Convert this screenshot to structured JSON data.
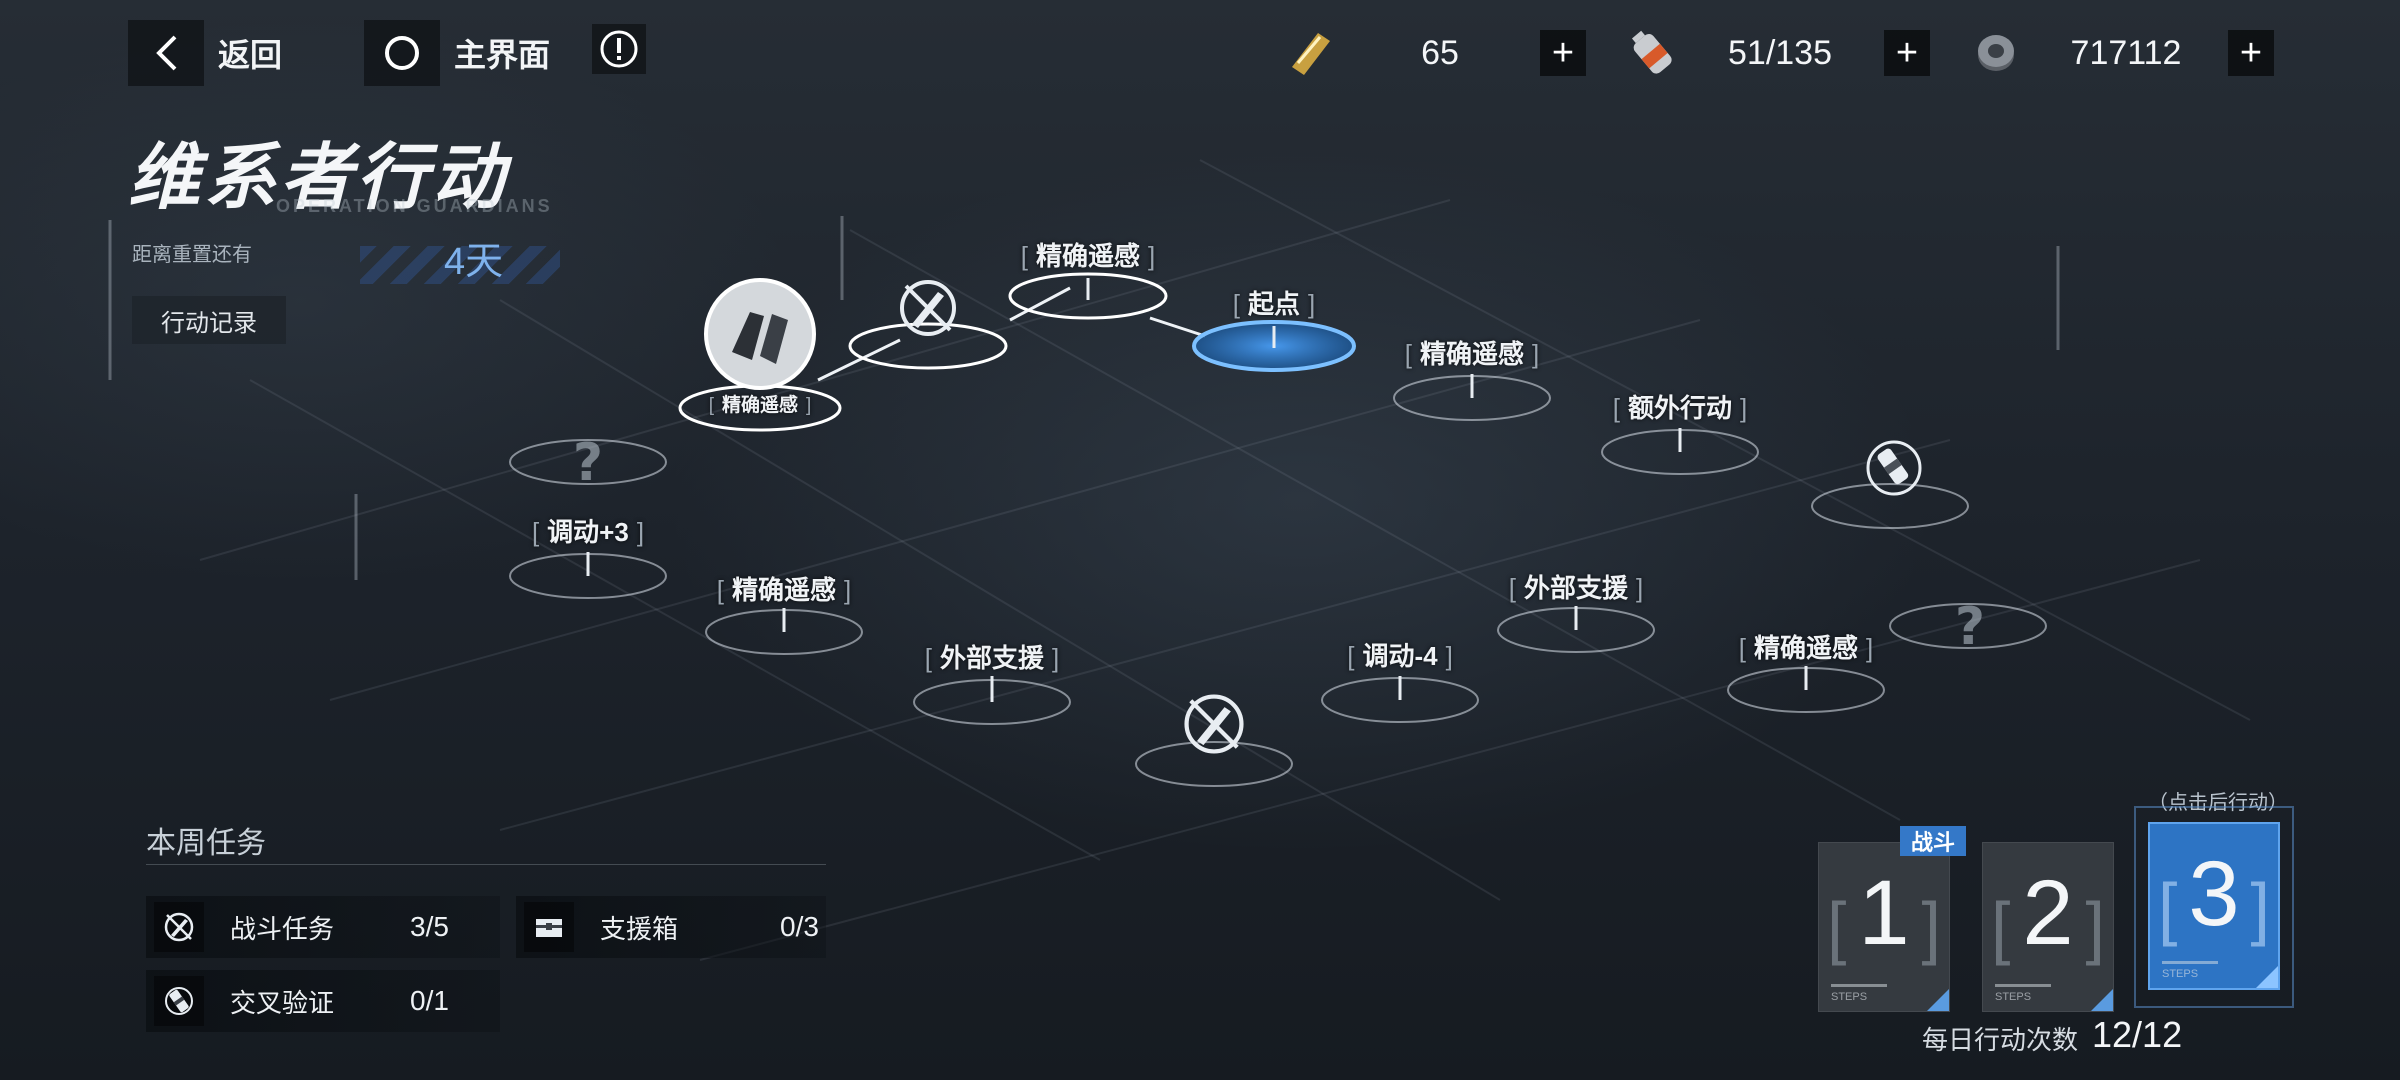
{
  "topbar": {
    "back_label": "返回",
    "home_label": "主界面",
    "resources": [
      {
        "icon": "ticket-icon",
        "value": "65"
      },
      {
        "icon": "battery-icon",
        "value": "51/135"
      },
      {
        "icon": "coin-icon",
        "value": "717112"
      }
    ]
  },
  "header": {
    "title": "维系者行动",
    "subtitle": "OPERATION GUARDIANS",
    "reset_label": "距离重置还有",
    "reset_value": "4天",
    "log_button": "行动记录"
  },
  "map": {
    "nodes": [
      {
        "id": "start",
        "label": "起点"
      },
      {
        "id": "n1",
        "label": "精确遥感"
      },
      {
        "id": "n2",
        "label": "精确遥感"
      },
      {
        "id": "n3",
        "label": "额外行动"
      },
      {
        "id": "n4",
        "label": "调动+3"
      },
      {
        "id": "n5",
        "label": "精确遥感"
      },
      {
        "id": "n6",
        "label": "外部支援"
      },
      {
        "id": "n7",
        "label": "调动-4"
      },
      {
        "id": "n8",
        "label": "外部支援"
      },
      {
        "id": "n9",
        "label": "精确遥感"
      },
      {
        "id": "player",
        "label": "精确遥感"
      }
    ]
  },
  "weekly": {
    "title": "本周任务",
    "tasks": [
      {
        "icon": "battle-icon",
        "name": "战斗任务",
        "value": "3/5"
      },
      {
        "icon": "supply-box-icon",
        "name": "支援箱",
        "value": "0/3"
      },
      {
        "icon": "cross-verify-icon",
        "name": "交叉验证",
        "value": "0/1"
      }
    ]
  },
  "steps": {
    "battle_tag": "战斗",
    "click_hint": "（点击后行动）",
    "cards": [
      {
        "number": "1",
        "caption": "STEPS"
      },
      {
        "number": "2",
        "caption": "STEPS"
      },
      {
        "number": "3",
        "caption": "STEPS"
      }
    ],
    "daily_label": "每日行动次数",
    "daily_value": "12/12"
  },
  "colors": {
    "accent": "#3478c8",
    "highlight": "#7fb2ec"
  }
}
